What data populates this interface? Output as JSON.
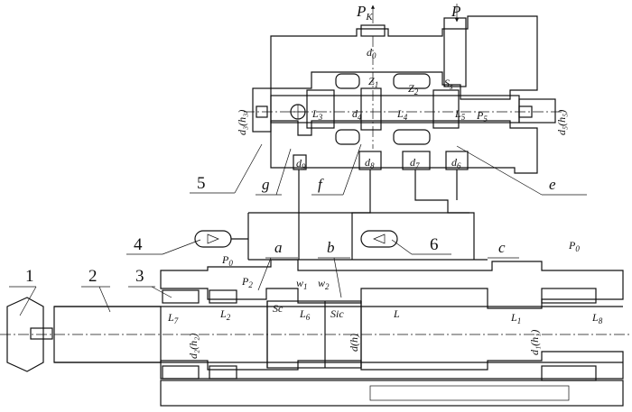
{
  "figure": {
    "part_numbers": [
      "1",
      "2",
      "3",
      "4",
      "5",
      "6"
    ],
    "letters": {
      "a": "a",
      "b": "b",
      "c": "c",
      "e": "e",
      "f": "f",
      "g": "g"
    },
    "top": {
      "pk_label": "P",
      "pk_sub": "K",
      "p_label": "P",
      "d0": "d",
      "d0_sub": "0",
      "z1": "Z",
      "z1_sub": "1",
      "z2": "Z",
      "z2_sub": "2",
      "s_label": "S",
      "s_sub": "s",
      "d3": "d₃(h₃)",
      "d5": "d₅(h₅)",
      "l3": "L",
      "l3_sub": "3",
      "l4": "L",
      "l4_sub": "4",
      "l5": "L",
      "l5_sub": "5",
      "p5": "P",
      "p5_sub": "5",
      "d9": "d",
      "d9_sub": "9",
      "d8": "d",
      "d8_sub": "8",
      "d7": "d",
      "d7_sub": "7",
      "d6": "d",
      "d6_sub": "6",
      "d4": "d",
      "d4_sub": "4"
    },
    "bottom": {
      "p0_left": "P",
      "p0_left_sub": "0",
      "p0_right": "P",
      "p0_right_sub": "0",
      "p2": "P",
      "p2_sub": "2",
      "w1": "w",
      "w1_sub": "1",
      "w2": "w",
      "w2_sub": "2",
      "l7": "L",
      "l7_sub": "7",
      "l2": "L",
      "l2_sub": "2",
      "sc": "Sc",
      "l6": "L",
      "l6_sub": "6",
      "sic": "Sic",
      "l": "L",
      "l1": "L",
      "l1_sub": "1",
      "l8": "L",
      "l8_sub": "8",
      "d2": "d₂(h₂)",
      "dh": "d(h)",
      "d1": "d₁(h₁)"
    }
  }
}
